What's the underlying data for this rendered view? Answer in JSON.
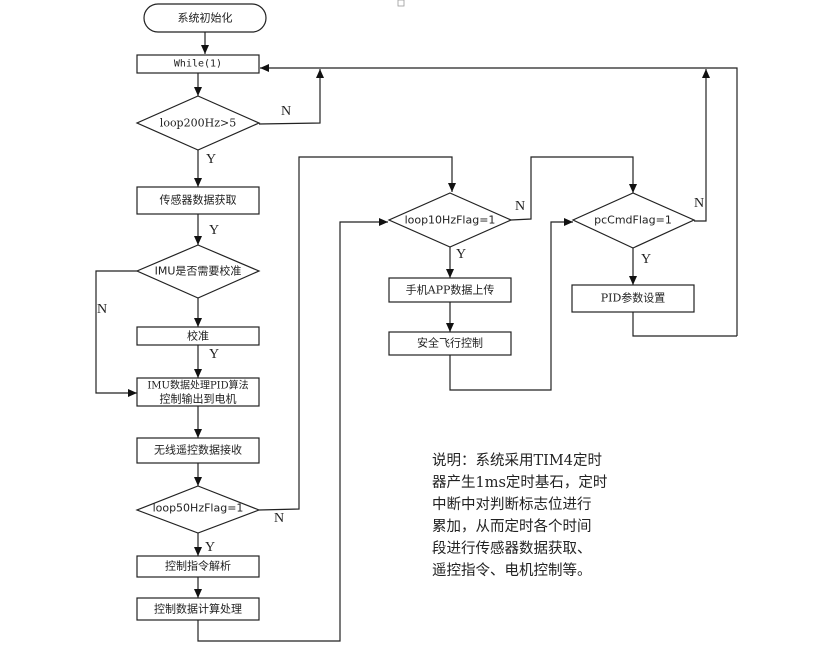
{
  "nodes": {
    "start": "系统初始化",
    "while": "While(1)",
    "d_loop200": "loop200Hz>5",
    "sensor": "传感器数据获取",
    "d_imu": "IMU是否需要校准",
    "calib": "校准",
    "imu_proc_1": "IMU数据处理PID算法",
    "imu_proc_2": "控制输出到电机",
    "wireless": "无线遥控数据接收",
    "d_loop50": "loop50HzFlag=1",
    "cmd_parse": "控制指令解析",
    "ctrl_calc": "控制数据计算处理",
    "d_loop10": "loop10HzFlag=1",
    "app_upload": "手机APP数据上传",
    "safety": "安全飞行控制",
    "d_pccmd": "pcCmdFlag=1",
    "pid_set": "PID参数设置"
  },
  "labels": {
    "yes": "Y",
    "no": "N"
  },
  "note": [
    "说明：系统采用TIM4定时",
    "器产生1ms定时基石，定时",
    "中断中对判断标志位进行",
    "累加，从而定时各个时间",
    "段进行传感器数据获取、",
    "遥控指令、电机控制等。"
  ]
}
